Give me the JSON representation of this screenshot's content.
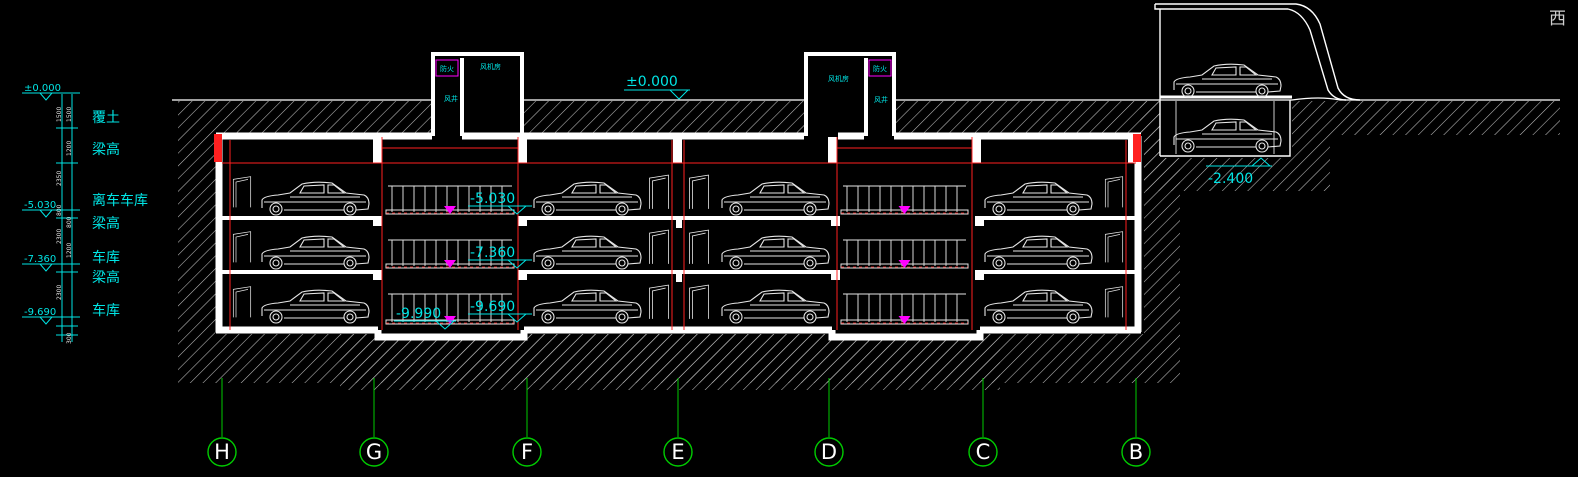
{
  "elevations": {
    "ground": "±0.000",
    "ramp_pit": "-2.400",
    "level1_lift": "-5.030",
    "level2_lift": "-7.360",
    "level3_lift": "-9.690",
    "pit_bottom": "-9.990"
  },
  "left_profile": {
    "elevations": [
      "±0.000",
      "-5.030",
      "-7.360",
      "-9.690"
    ],
    "labels": [
      "覆土",
      "梁高",
      "离车车库",
      "梁高",
      "车库",
      "梁高",
      "车库"
    ],
    "dims": [
      "1500",
      "1500",
      "1200",
      "2350",
      "800",
      "2300",
      "800",
      "2300",
      "1200",
      "300"
    ]
  },
  "shaft_labels": {
    "room_a": "风机房",
    "room_b": "风井",
    "door": "防火"
  },
  "axes": [
    "H",
    "G",
    "F",
    "E",
    "D",
    "C",
    "B"
  ],
  "compass": "西",
  "colors": {
    "background": "#000000",
    "structure": "#ffffff",
    "annotation": "#00e5e5",
    "beam": "#ff2020",
    "lift": "#ff00ff",
    "axis_line": "#00cc00"
  }
}
